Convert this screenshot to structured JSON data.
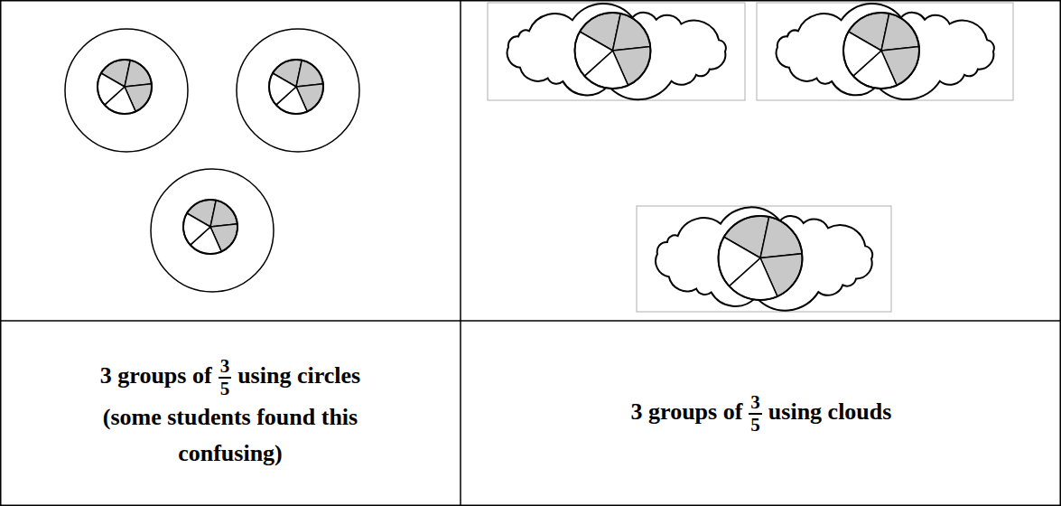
{
  "diagram": {
    "labels": [
      "3 groups of",
      "3",
      "5",
      "using circles",
      "(some students found this confusing)",
      "3 groups of",
      "3",
      "5",
      "using clouds"
    ]
  }
}
